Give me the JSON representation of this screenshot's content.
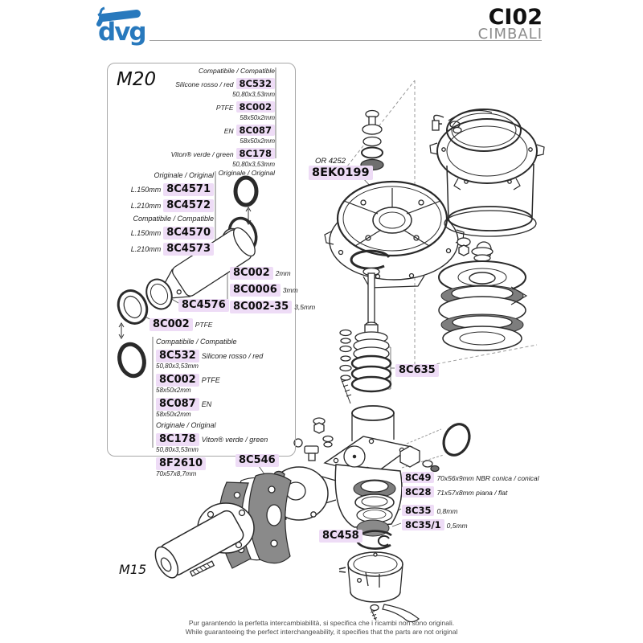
{
  "header": {
    "logo": "dvg",
    "code": "CI02",
    "brand": "CIMBALI"
  },
  "m20": {
    "title": "M20",
    "top": {
      "compat": "Compatibile / Compatible",
      "rows": [
        {
          "desc": "Silicone rosso / red",
          "code": "8C532",
          "size": "50,80x3,53mm"
        },
        {
          "desc": "PTFE",
          "code": "8C002",
          "size": "58x50x2mm"
        },
        {
          "desc": "EN",
          "code": "8C087",
          "size": "58x50x2mm"
        },
        {
          "desc": "Viton® verde / green",
          "code": "8C178",
          "size": "50,80x3,53mm"
        }
      ],
      "orig": "Originale / Original"
    },
    "lance": {
      "orig": "Originale / Original",
      "rows_o": [
        {
          "desc": "L.150mm",
          "code": "8C4571"
        },
        {
          "desc": "L.210mm",
          "code": "8C4572"
        }
      ],
      "compat": "Compatibile / Compatible",
      "rows_c": [
        {
          "desc": "L.150mm",
          "code": "8C4570"
        },
        {
          "desc": "L.210mm",
          "code": "8C4573"
        }
      ]
    },
    "ring_label": {
      "code": "8C4576"
    },
    "ptfe_label": {
      "code": "8C002",
      "desc": "PTFE"
    },
    "thickness": [
      {
        "code": "8C002",
        "size": "2mm"
      },
      {
        "code": "8C0006",
        "size": "3mm"
      },
      {
        "code": "8C002-35",
        "size": "3,5mm"
      }
    ],
    "bottom": {
      "compat": "Compatibile / Compatible",
      "rows": [
        {
          "code": "8C532",
          "desc": "Silicone rosso / red",
          "size": "50,80x3,53mm"
        },
        {
          "code": "8C002",
          "desc": "PTFE",
          "size": "58x50x2mm"
        },
        {
          "code": "8C087",
          "desc": "EN",
          "size": "58x50x2mm"
        }
      ],
      "orig": "Originale / Original",
      "rows2": [
        {
          "code": "8C178",
          "desc": "Viton® verde / green",
          "size": "50,80x3,53mm"
        },
        {
          "code": "8F2610",
          "size": "70x57x8,7mm"
        }
      ]
    }
  },
  "labels": {
    "or_note": "OR 4252",
    "or_code": "8EK0199",
    "bellows": "8C635",
    "gasket_plate": "8C546",
    "m15": "M15",
    "g1": {
      "code": "8C49",
      "desc": "70x56x9mm NBR conica / conical"
    },
    "g2": {
      "code": "8C28",
      "desc": "71x57x8mm piana / flat"
    },
    "g3": {
      "code": "8C35",
      "desc": "0,8mm"
    },
    "g4": {
      "code": "8C35/1",
      "desc": "0,5mm"
    },
    "circlip": "8C458"
  },
  "footer": {
    "it": "Pur garantendo la perfetta intercambiabilità, si specifica che i ricambi non sono originali.",
    "en": "While guaranteeing the perfect interchangeability, it specifies that the parts are not original"
  },
  "colors": {
    "badge_bg": "#eedcf6",
    "logo_blue": "#2879bd",
    "brand_gray": "#8c8c8c"
  }
}
